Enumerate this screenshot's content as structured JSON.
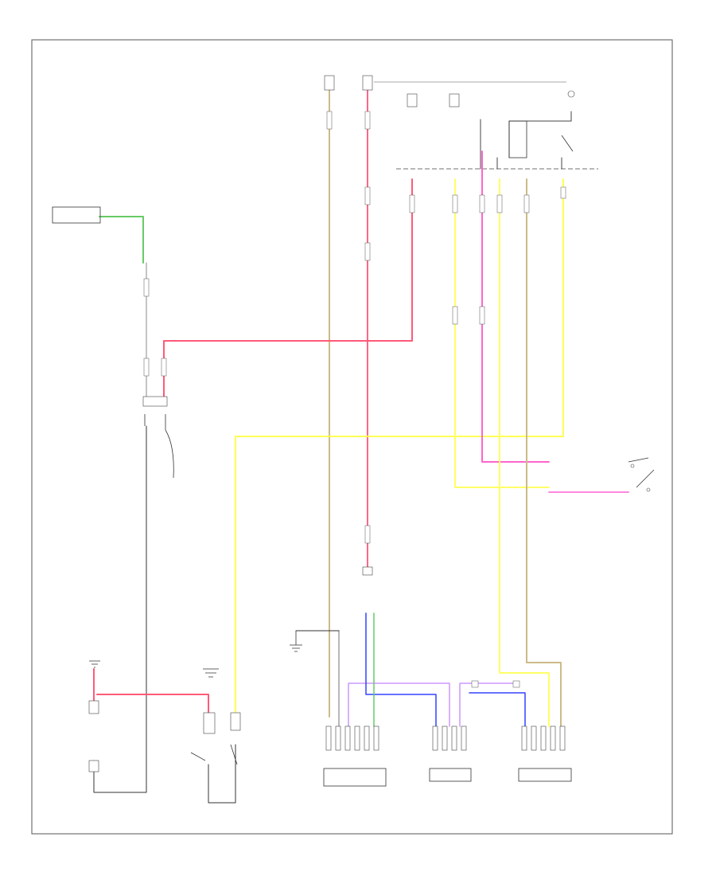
{
  "diagram": {
    "footer_code": "",
    "colors": {
      "red": "#ff5a78",
      "pink": "#ff66cc",
      "yellow": "#ffff55",
      "tan": "#ccbb88",
      "green": "#66cc66",
      "blue": "#3344ff",
      "violet": "#cc99ff",
      "gray": "#777777",
      "black": "#222222"
    },
    "components": [
      {
        "id": "body-control-module",
        "label": ""
      },
      {
        "id": "fuse-top-left",
        "label": ""
      },
      {
        "id": "fuse-top-center",
        "label": ""
      },
      {
        "id": "fuse-top-right-1",
        "label": ""
      },
      {
        "id": "fuse-top-right-2",
        "label": ""
      },
      {
        "id": "relay-top-right",
        "label": ""
      },
      {
        "id": "battery-sensor",
        "label": ""
      },
      {
        "id": "transmission-note",
        "label": ""
      },
      {
        "id": "clutch-pedal-switch",
        "label": ""
      },
      {
        "id": "splice-center",
        "label": ""
      },
      {
        "id": "ground-left",
        "label": ""
      },
      {
        "id": "starter-motor",
        "label": ""
      },
      {
        "id": "starter-relay",
        "label": ""
      },
      {
        "id": "engine-control-module",
        "label": ""
      },
      {
        "id": "gearbox-module",
        "label": ""
      },
      {
        "id": "traction-control-module",
        "label": ""
      }
    ]
  }
}
